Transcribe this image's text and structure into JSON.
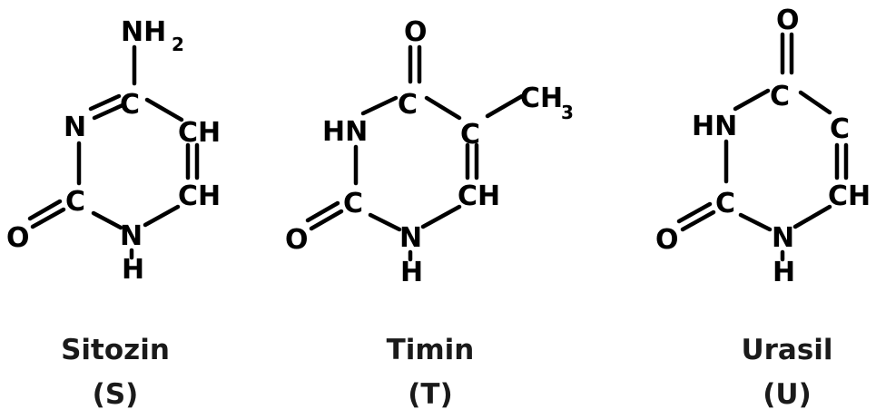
{
  "molecules": [
    {
      "name": "Sitozin",
      "abbr": "(S)",
      "atoms": {
        "nh2_n": "NH",
        "nh2_sub": "2",
        "c4": "C",
        "n3": "N",
        "ch5": "CH",
        "c2": "C",
        "ch6": "CH",
        "o2": "O",
        "n1": "N",
        "h1": "H"
      }
    },
    {
      "name": "Timin",
      "abbr": "(T)",
      "atoms": {
        "o4": "O",
        "c4": "C",
        "hn3": "HN",
        "c5": "C",
        "ch3_c": "CH",
        "ch3_sub": "3",
        "c2": "C",
        "ch6": "CH",
        "o2": "O",
        "n1": "N",
        "h1": "H"
      }
    },
    {
      "name": "Urasil",
      "abbr": "(U)",
      "atoms": {
        "o4": "O",
        "c4": "C",
        "hn3": "HN",
        "c5": "C",
        "c2": "C",
        "ch6": "CH",
        "o2": "O",
        "n1": "N",
        "h1": "H"
      }
    }
  ]
}
